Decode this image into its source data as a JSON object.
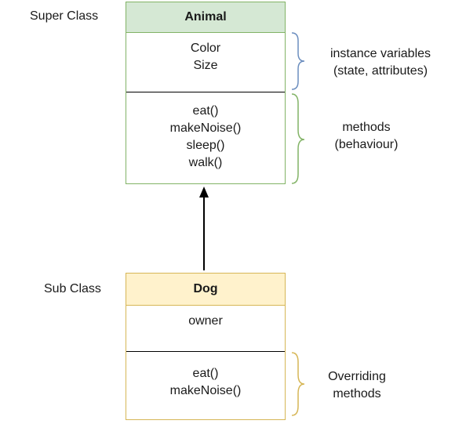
{
  "super": {
    "tag": "Super Class",
    "name": "Animal",
    "attributes": [
      "Color",
      "Size"
    ],
    "methods": [
      "eat()",
      "makeNoise()",
      "sleep()",
      "walk()"
    ],
    "header_color": "#d5e8d4",
    "border_color": "#82b366"
  },
  "sub": {
    "tag": "Sub Class",
    "name": "Dog",
    "attributes": [
      "owner"
    ],
    "methods": [
      "eat()",
      "makeNoise()"
    ],
    "header_color": "#fff2cc",
    "border_color": "#d6b656"
  },
  "annotations": {
    "instance_line1": "instance variables",
    "instance_line2": "(state, attributes)",
    "methods_line1": "methods",
    "methods_line2": "(behaviour)",
    "overriding_line1": "Overriding",
    "overriding_line2": "methods"
  },
  "colors": {
    "brace_blue": "#6c8ebf",
    "brace_green": "#82b366",
    "brace_yellow": "#d6b656",
    "arrow": "#000000"
  }
}
